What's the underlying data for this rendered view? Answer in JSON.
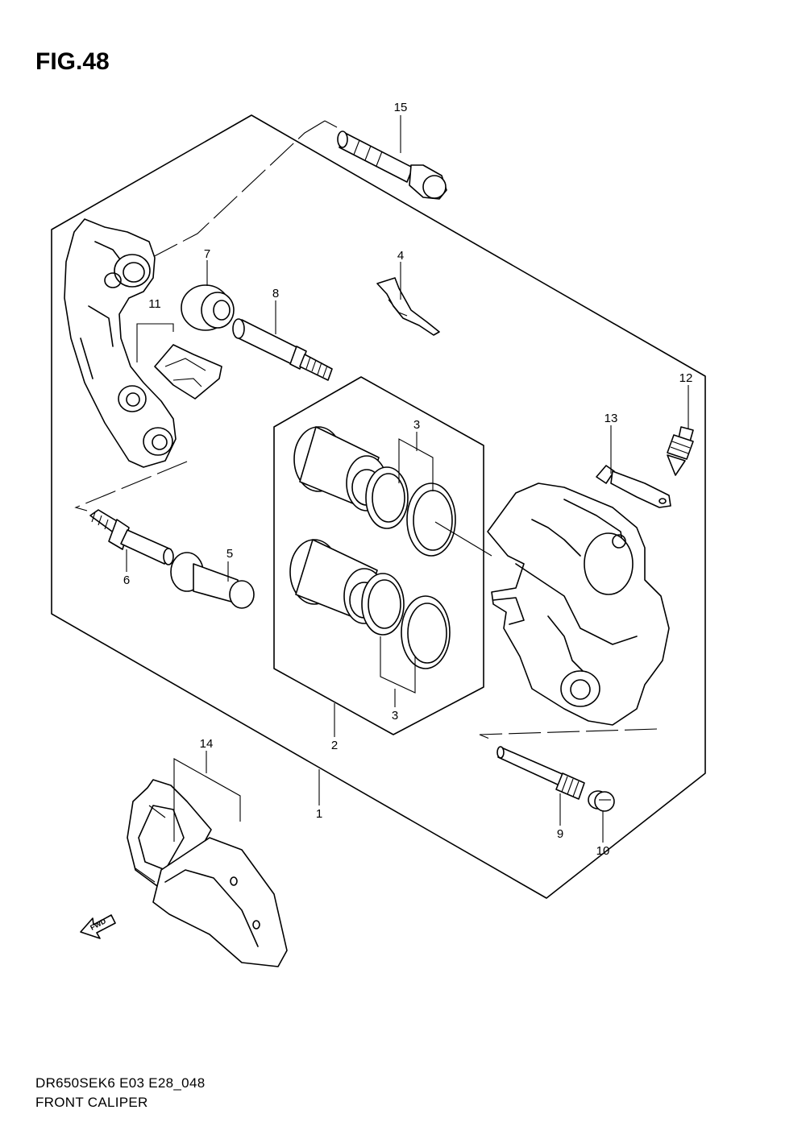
{
  "figure": {
    "title": "FIG.48"
  },
  "caption": {
    "model_code": "DR650SEK6 E03 E28_048",
    "name": "FRONT CALIPER"
  },
  "fwd_label": "FWD",
  "callouts": [
    {
      "id": "c1",
      "label": "1"
    },
    {
      "id": "c2",
      "label": "2"
    },
    {
      "id": "c3a",
      "label": "3"
    },
    {
      "id": "c3b",
      "label": "3"
    },
    {
      "id": "c4",
      "label": "4"
    },
    {
      "id": "c5",
      "label": "5"
    },
    {
      "id": "c6",
      "label": "6"
    },
    {
      "id": "c7",
      "label": "7"
    },
    {
      "id": "c8",
      "label": "8"
    },
    {
      "id": "c9",
      "label": "9"
    },
    {
      "id": "c10",
      "label": "10"
    },
    {
      "id": "c11",
      "label": "11"
    },
    {
      "id": "c12",
      "label": "12"
    },
    {
      "id": "c13",
      "label": "13"
    },
    {
      "id": "c14",
      "label": "14"
    },
    {
      "id": "c15",
      "label": "15"
    }
  ]
}
